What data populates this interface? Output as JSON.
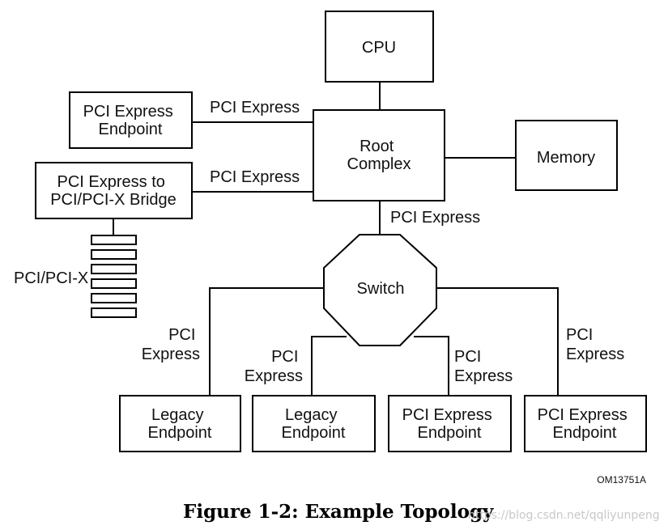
{
  "nodes": {
    "cpu": "CPU",
    "root_complex": [
      "Root",
      "Complex"
    ],
    "memory": "Memory",
    "pcie_endpoint_top": [
      "PCI Express",
      "Endpoint"
    ],
    "bridge": [
      "PCI Express to",
      "PCI/PCI-X Bridge"
    ],
    "switch": "Switch",
    "legacy_endpoint_1": [
      "Legacy",
      "Endpoint"
    ],
    "legacy_endpoint_2": [
      "Legacy",
      "Endpoint"
    ],
    "pcie_endpoint_3": [
      "PCI Express",
      "Endpoint"
    ],
    "pcie_endpoint_4": [
      "PCI Express",
      "Endpoint"
    ]
  },
  "links": {
    "endpoint_to_root": "PCI Express",
    "bridge_to_root": "PCI Express",
    "root_to_switch": "PCI Express",
    "switch_to_legacy_1": [
      "PCI",
      "Express"
    ],
    "switch_to_legacy_2": [
      "PCI",
      "Express"
    ],
    "switch_to_endpoint_3": [
      "PCI",
      "Express"
    ],
    "switch_to_endpoint_4": [
      "PCI",
      "Express"
    ]
  },
  "bus_label": "PCI/PCI-X",
  "figure_code": "OM13751A",
  "caption": "Figure 1-2:  Example Topology",
  "watermark": "https://blog.csdn.net/qqliyunpeng"
}
